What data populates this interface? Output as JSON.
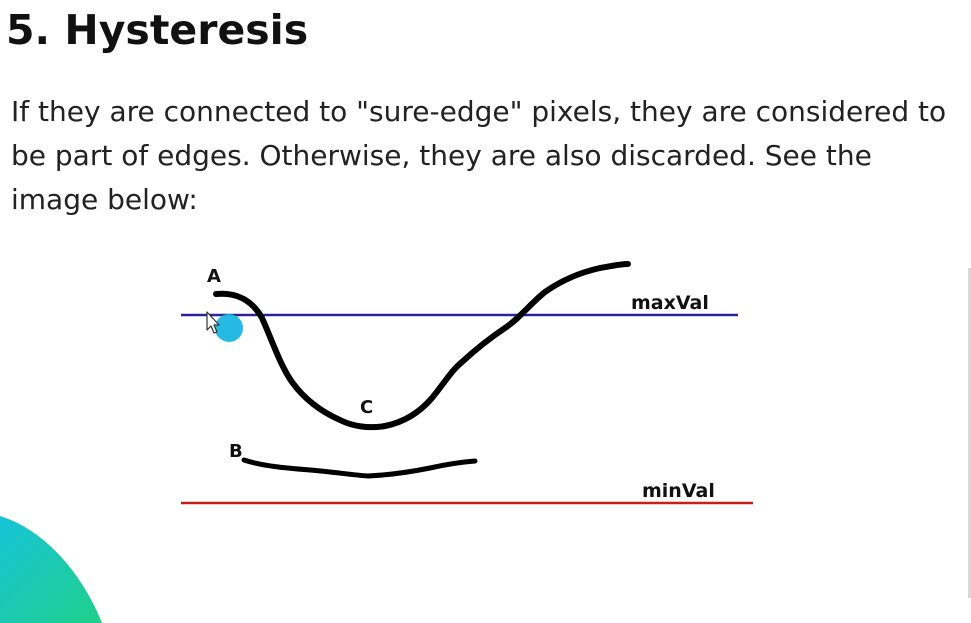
{
  "heading": "5. Hysteresis",
  "paragraph": {
    "lines": [
      "If they are connected to \"sure-edge\" pixels, they are considered to",
      "be part of edges. Otherwise, they are also discarded. See the",
      "image below:"
    ]
  },
  "figure": {
    "labels": {
      "a": "A",
      "b": "B",
      "c": "C",
      "max": "maxVal",
      "min": "minVal"
    },
    "colors": {
      "max_line": "#2b2396",
      "min_line": "#c41e1e",
      "curve": "#000000",
      "cursor_dot": "#19b6e0"
    }
  },
  "decor": {
    "corner_gradient": [
      "#17c3d8",
      "#20d08a"
    ]
  }
}
